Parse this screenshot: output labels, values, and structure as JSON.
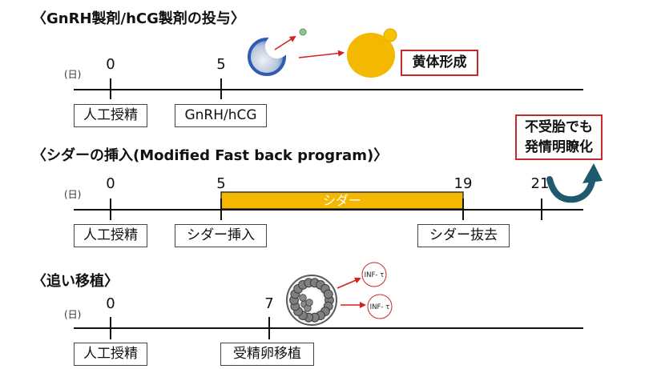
{
  "section1": {
    "title": "〈GnRH製剤/hCG製剤の投与〉",
    "day_unit": "(日)",
    "days": [
      "0",
      "5"
    ],
    "events": [
      "人工授精",
      "GnRH/hCG"
    ],
    "outcome": "黄体形成"
  },
  "section2": {
    "title": "〈シダーの挿入(Modified Fast back program)〉",
    "day_unit": "(日)",
    "days": [
      "0",
      "5",
      "19",
      "21"
    ],
    "bar_label": "シダー",
    "events": [
      "人工授精",
      "シダー挿入",
      "シダー抜去"
    ],
    "outcome_lines": [
      "不受胎でも",
      "発情明瞭化"
    ]
  },
  "section3": {
    "title": "〈追い移植〉",
    "day_unit": "(日)",
    "days": [
      "0",
      "7"
    ],
    "events": [
      "人工授精",
      "受精卵移植"
    ],
    "signals": [
      "INF- τ",
      "INF- τ"
    ]
  },
  "icons": [
    "ovulating-follicle-icon",
    "oocyte-icon",
    "corpus-luteum-icon",
    "curved-arrow-icon",
    "blastocyst-icon",
    "signal-circle-icon"
  ],
  "colors": {
    "outcome_border": "#c8282a",
    "arrow_red": "#d42020",
    "cidr_bar": "#f5b800",
    "corpus_luteum": "#f5b800",
    "follicle_blue": "#2e5cb0",
    "curved_arrow": "#1d5a6e"
  }
}
